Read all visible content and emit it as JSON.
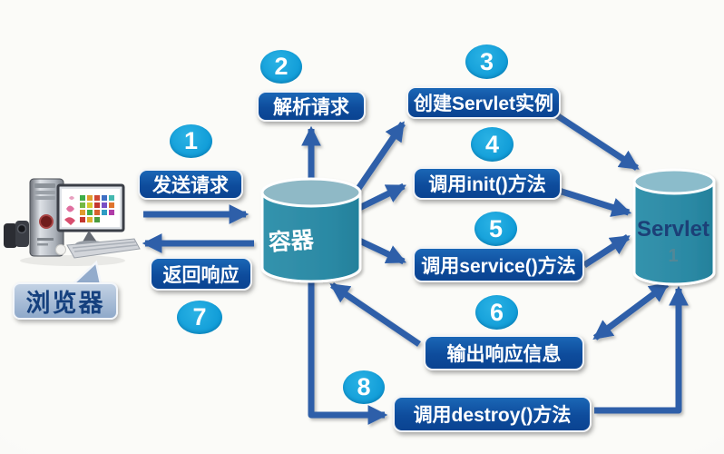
{
  "browser": {
    "label": "浏览器"
  },
  "nodes": {
    "container": {
      "label": "容器"
    },
    "servlet": {
      "label": "Servlet",
      "watermark": "1"
    }
  },
  "steps": [
    {
      "num": "1",
      "label": "发送请求"
    },
    {
      "num": "2",
      "label": "解析请求"
    },
    {
      "num": "3",
      "label": "创建Servlet实例"
    },
    {
      "num": "4",
      "label": "调用init()方法"
    },
    {
      "num": "5",
      "label": "调用service()方法"
    },
    {
      "num": "6",
      "label": "输出响应信息"
    },
    {
      "num": "7",
      "label": "返回响应"
    },
    {
      "num": "8",
      "label": "调用destroy()方法"
    }
  ],
  "colors": {
    "step_box": "#0e4c9c",
    "number_circle": "#119fd9",
    "arrow": "#2e5fa9",
    "cylinder_body": "#2e8ea9",
    "cylinder_top": "#8fb9c6",
    "browser_box": "#9db4d2",
    "background": "#f8f8f5"
  }
}
